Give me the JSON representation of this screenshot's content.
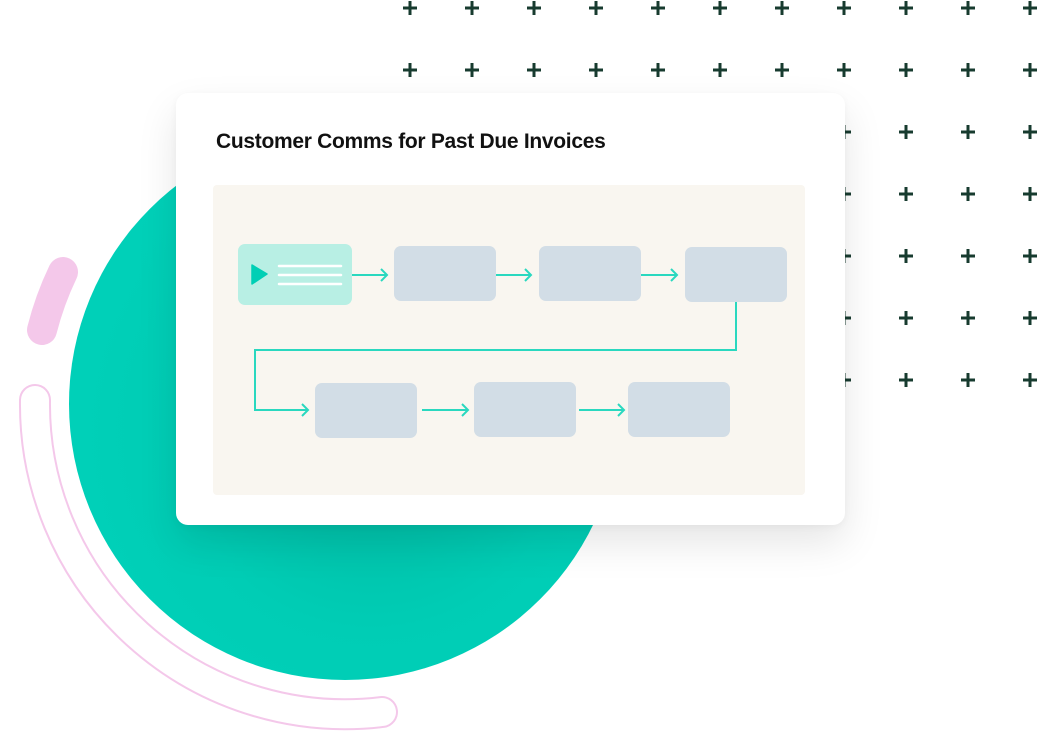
{
  "card": {
    "title": "Customer Comms for Past Due Invoices"
  },
  "workflow": {
    "start_node": {
      "icon": "play-icon",
      "type": "trigger"
    },
    "steps_row1": 3,
    "steps_row2": 3
  },
  "colors": {
    "accent": "#00cfb5",
    "connector": "#2ad8bf",
    "start_node": "#b8efe4",
    "step_node": "#d2dde6",
    "canvas": "#f9f6f0",
    "pink": "#f4c8ea",
    "plus": "#173b2f"
  }
}
